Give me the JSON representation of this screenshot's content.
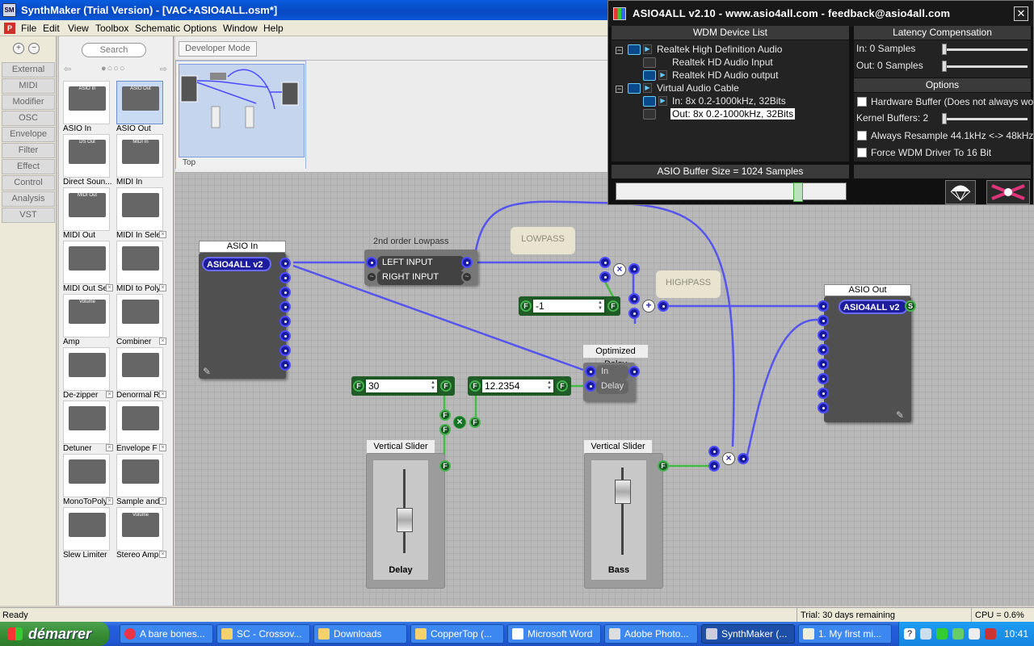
{
  "window": {
    "title": "SynthMaker (Trial Version) - [VAC+ASIO4ALL.osm*]",
    "icon": "SM"
  },
  "menu": [
    "File",
    "Edit",
    "View",
    "Toolbox",
    "Schematic",
    "Options",
    "Window",
    "Help"
  ],
  "categories": [
    "External",
    "MIDI",
    "Modifier",
    "OSC",
    "Envelope",
    "Filter",
    "Effect",
    "Control",
    "Analysis",
    "VST"
  ],
  "toolbox": {
    "search_placeholder": "Search",
    "items": [
      {
        "label": "ASIO In",
        "thumb": "ASIO In"
      },
      {
        "label": "ASIO Out",
        "thumb": "ASIO Out"
      },
      {
        "label": "Direct Soun...",
        "thumb": "DS Out"
      },
      {
        "label": "MIDI In",
        "thumb": "MIDI In"
      },
      {
        "label": "MIDI Out",
        "thumb": "MIDI Out"
      },
      {
        "label": "MIDI In Sele",
        "thumb": ""
      },
      {
        "label": "MIDI Out Se",
        "thumb": ""
      },
      {
        "label": "MIDI to Poly",
        "thumb": ""
      },
      {
        "label": "Amp",
        "thumb": "Volume"
      },
      {
        "label": "Combiner",
        "thumb": ""
      },
      {
        "label": "De-zipper",
        "thumb": ""
      },
      {
        "label": "Denormal R",
        "thumb": ""
      },
      {
        "label": "Detuner",
        "thumb": ""
      },
      {
        "label": "Envelope F",
        "thumb": ""
      },
      {
        "label": "MonoToPoly",
        "thumb": ""
      },
      {
        "label": "Sample and",
        "thumb": ""
      },
      {
        "label": "Slew Limiter",
        "thumb": ""
      },
      {
        "label": "Stereo Amp",
        "thumb": "Volume"
      }
    ]
  },
  "dev_mode_label": "Developer Mode",
  "navigator_label": "Top",
  "schematic": {
    "asio_in": {
      "title": "ASIO In",
      "device": "ASIO4ALL v2"
    },
    "lowpass": {
      "title": "2nd order Lowpass",
      "in1": "LEFT INPUT",
      "in2": "RIGHT INPUT"
    },
    "lowpass_label": "LOWPASS",
    "highpass_label": "HIGHPASS",
    "minus_one": "-1",
    "delay_module": {
      "title": "Optimized Delay",
      "in": "In",
      "delay": "Delay"
    },
    "value_30": "30",
    "value_delay": "12.2354",
    "slider1": {
      "title": "Vertical Slider",
      "label": "Delay"
    },
    "slider2": {
      "title": "Vertical Slider",
      "label": "Bass"
    },
    "asio_out": {
      "title": "ASIO Out",
      "device": "ASIO4ALL v2"
    }
  },
  "asio4all": {
    "title": "ASIO4ALL v2.10 - www.asio4all.com - feedback@asio4all.com",
    "device_list_header": "WDM Device List",
    "devices": [
      "Realtek High Definition Audio",
      "Realtek HD Audio Input",
      "Realtek HD Audio output",
      "Virtual Audio Cable",
      "In:  8x 0.2-1000kHz, 32Bits",
      "Out: 8x 0.2-1000kHz, 32Bits"
    ],
    "latency_header": "Latency Compensation",
    "latency_in": "In:  0 Samples",
    "latency_out": "Out: 0 Samples",
    "options_header": "Options",
    "opt_hw_buffer": "Hardware Buffer (Does not always work)",
    "opt_kernel": "Kernel Buffers: 2",
    "opt_resample": "Always Resample 44.1kHz <-> 48kHz",
    "opt_force16": "Force WDM Driver To 16 Bit",
    "buffer_size": "ASIO Buffer Size = 1024 Samples"
  },
  "status": {
    "left": "Ready",
    "trial": "Trial: 30 days remaining",
    "cpu": "CPU = 0.6%"
  },
  "taskbar": {
    "start": "démarrer",
    "tasks": [
      "A bare bones...",
      "SC - Crossov...",
      "Downloads",
      "CopperTop (...",
      "Microsoft Word",
      "Adobe Photo...",
      "SynthMaker (...",
      "1. My first mi..."
    ],
    "clock": "10:41"
  },
  "colors": {
    "wire_audio": "#5555ee",
    "wire_float": "#44bb44",
    "title_blue": "#0a5ddf",
    "taskbar": "#245fdc",
    "start": "#388e36"
  }
}
